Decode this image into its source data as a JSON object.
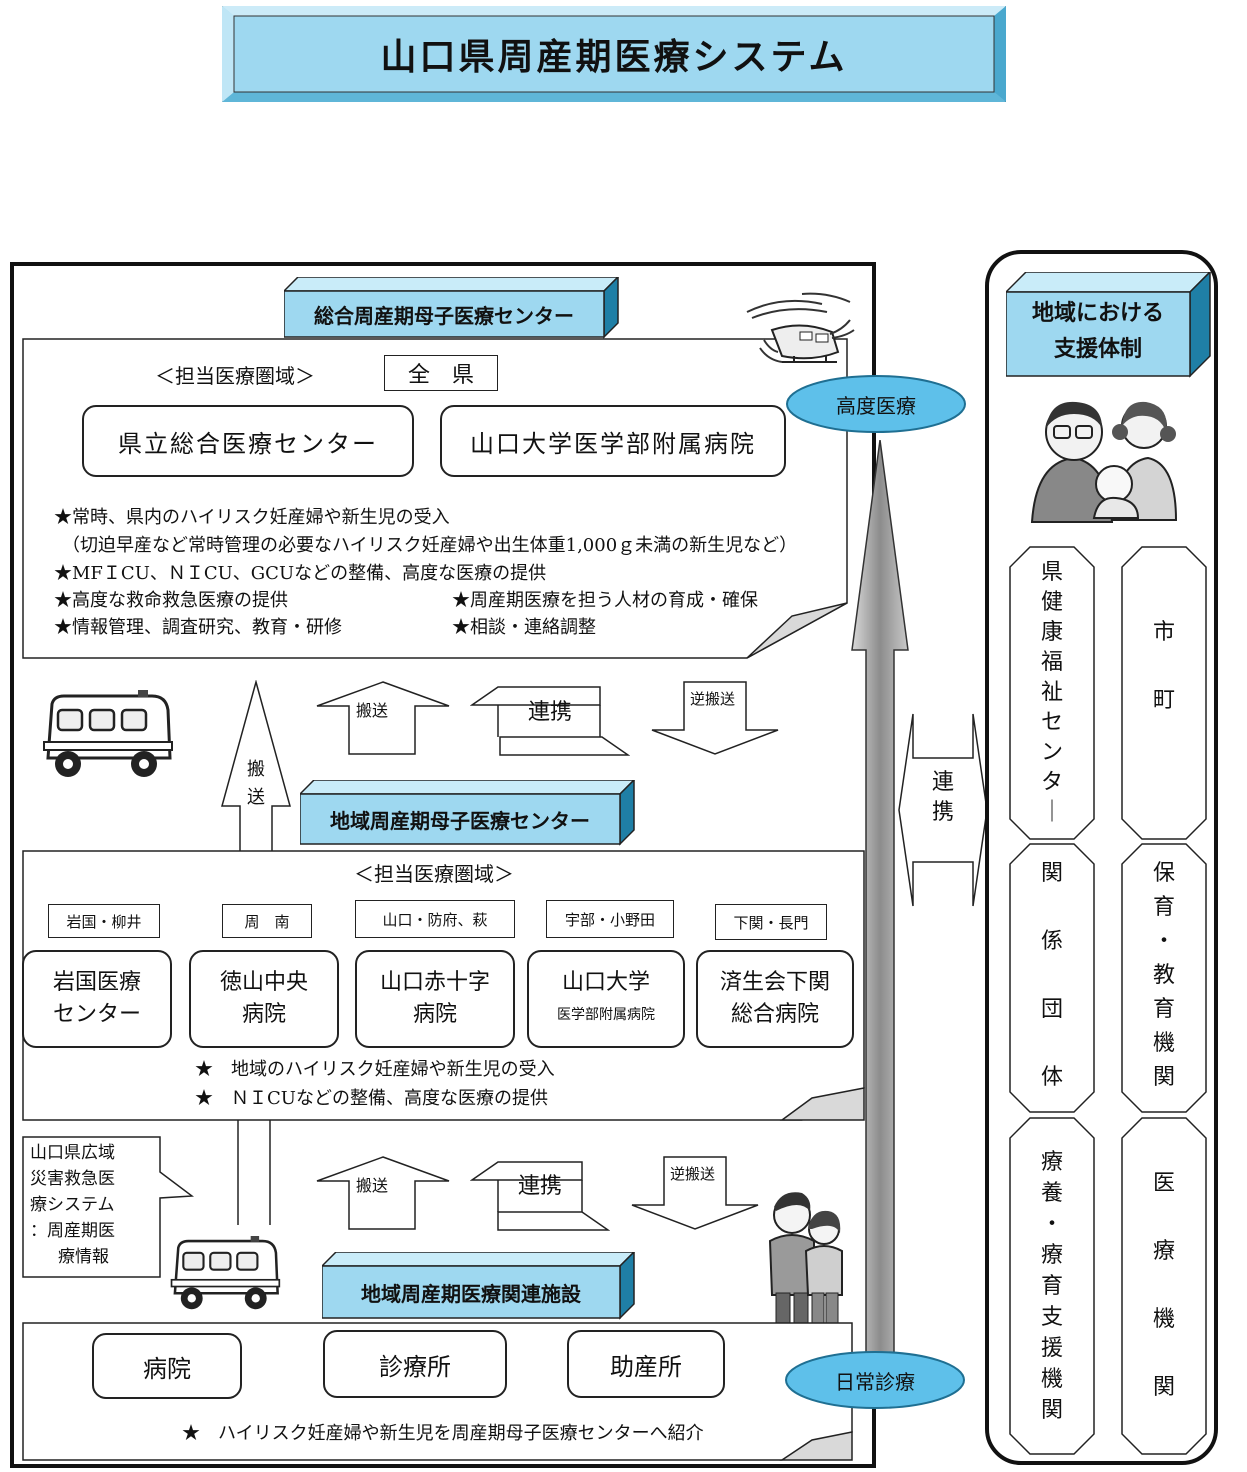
{
  "title": "山口県周産期医療システム",
  "general_center": {
    "label": "総合周産期母子医療センター",
    "area_label": "＜担当医療圏域＞",
    "area_value": "全　県",
    "hospitals": [
      "県立総合医療センター",
      "山口大学医学部附属病院"
    ],
    "bullets": [
      "★常時、県内のハイリスク妊産婦や新生児の受入",
      "（切迫早産など常時管理の必要なハイリスク妊産婦や出生体重1,000ｇ未満の新生児など）",
      "★MFＩCU、ＮＩCU、GCUなどの整備、高度な医療の提供",
      "★高度な救命救急医療の提供",
      "★周産期医療を担う人材の育成・確保",
      "★情報管理、調査研究、教育・研修",
      "★相談・連絡調整"
    ]
  },
  "arrows_upper": {
    "up": "搬送",
    "both": "連携",
    "down": "逆搬送",
    "vertical": "搬送"
  },
  "regional_center": {
    "label": "地域周産期母子医療センター",
    "area_label": "＜担当医療圏域＞",
    "areas": [
      "岩国・柳井",
      "周　南",
      "山口・防府、萩",
      "宇部・小野田",
      "下関・長門"
    ],
    "hospitals": [
      {
        "line1": "岩国医療",
        "line2": "センター"
      },
      {
        "line1": "徳山中央",
        "line2": "病院"
      },
      {
        "line1": "山口赤十字",
        "line2": "病院"
      },
      {
        "line1": "山口大学",
        "line2": "医学部附属病院"
      },
      {
        "line1": "済生会下関",
        "line2": "総合病院"
      }
    ],
    "bullets": [
      "★　地域のハイリスク妊産婦や新生児の受入",
      "★　ＮＩCUなどの整備、高度な医療の提供"
    ]
  },
  "disaster_note": [
    "山口県広域",
    "災害救急医",
    "療システム",
    "：周産期医",
    "療情報"
  ],
  "arrows_lower": {
    "up": "搬送",
    "both": "連携",
    "down": "逆搬送"
  },
  "related_facilities": {
    "label": "地域周産期医療関連施設",
    "facilities": [
      "病院",
      "診療所",
      "助産所"
    ],
    "bullet": "★　ハイリスク妊産婦や新生児を周産期母子医療センターへ紹介"
  },
  "advanced_care": "高度医療",
  "daily_care": "日常診療",
  "link_label": "連携",
  "support": {
    "label": [
      "地域における",
      "支援体制"
    ],
    "items": [
      {
        "name": "health-center",
        "chars": [
          "県",
          "健",
          "康",
          "福",
          "祉",
          "セ",
          "ン",
          "タ",
          "｜"
        ]
      },
      {
        "name": "municipalities",
        "chars": [
          "市",
          "",
          "町"
        ]
      },
      {
        "name": "related-organizations",
        "chars": [
          "関",
          "係",
          "団",
          "体"
        ]
      },
      {
        "name": "childcare-education",
        "chars": [
          "保",
          "育",
          "・",
          "教",
          "育",
          "機",
          "関"
        ]
      },
      {
        "name": "medical-care-support",
        "chars": [
          "療",
          "養",
          "・",
          "療",
          "育",
          "支",
          "援",
          "機",
          "関"
        ]
      },
      {
        "name": "medical-institutions",
        "chars": [
          "医",
          "療",
          "機",
          "関"
        ]
      }
    ]
  },
  "colors": {
    "accent_blue": "#9ed8f0",
    "dark_side": "#1f7fa6",
    "ellipse": "#5ec0ea",
    "gray_arrow": "#a9a9a9"
  }
}
